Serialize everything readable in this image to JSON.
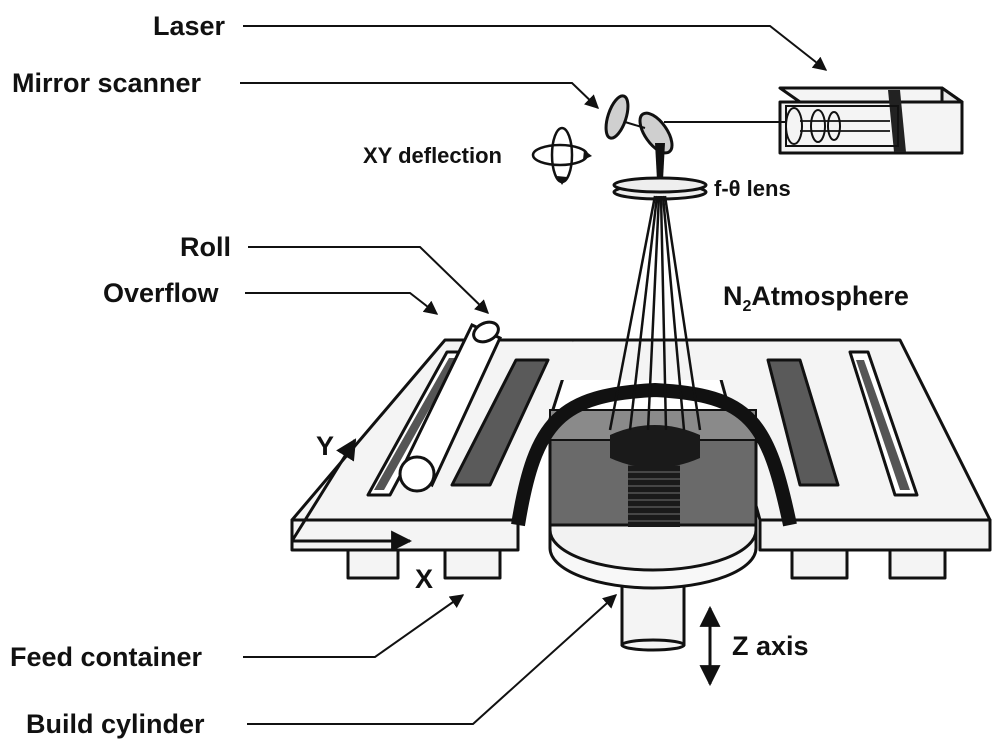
{
  "labels": {
    "laser": "Laser",
    "mirror_scanner": "Mirror scanner",
    "xy_deflection": "XY deflection",
    "f_theta_lens": "f-θ lens",
    "roll": "Roll",
    "overflow": "Overflow",
    "n2_prefix": "N",
    "n2_sub": "2",
    "n2_suffix": "Atmosphere",
    "axis_y": "Y",
    "axis_x": "X",
    "axis_z": "Z axis",
    "feed_container": "Feed container",
    "build_cylinder": "Build cylinder"
  },
  "colors": {
    "ink": "#111111",
    "platform": "#f4f4f4",
    "slot_dark": "#555555",
    "chamber_gray": "#6a6a6a",
    "part_black": "#1a1a1a"
  }
}
